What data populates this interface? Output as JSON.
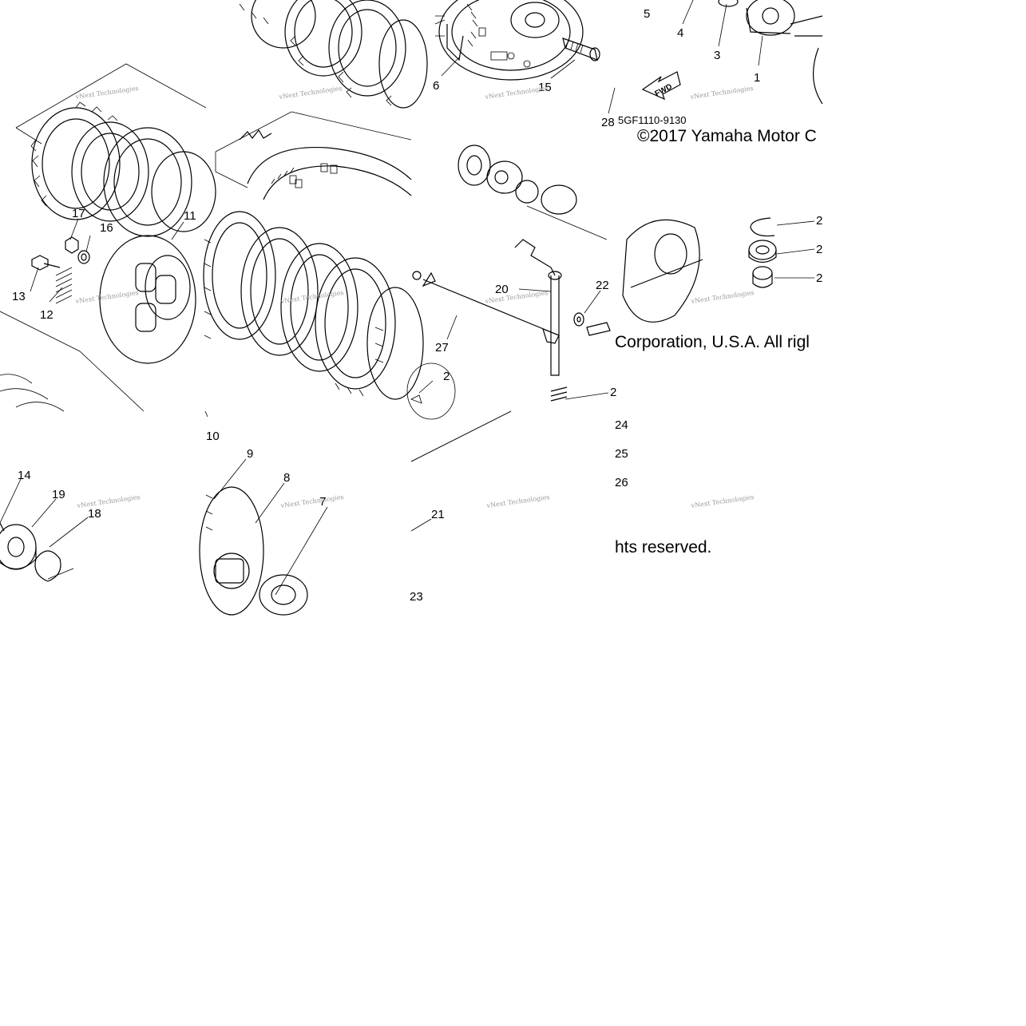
{
  "diagram_code": "5GF1110-9130",
  "direction_label": "FWD",
  "copyright_line1": "©2017 Yamaha Motor C",
  "copyright_line2": "Corporation, U.S.A. All rigl",
  "copyright_line3": "hts reserved.",
  "watermark": "vNext Technologies",
  "callouts": [
    "1",
    "2",
    "3",
    "4",
    "5",
    "6",
    "7",
    "8",
    "9",
    "10",
    "11",
    "12",
    "13",
    "14",
    "15",
    "16",
    "17",
    "18",
    "19",
    "20",
    "21",
    "22",
    "23",
    "24",
    "25",
    "26",
    "27",
    "28",
    "2",
    "2",
    "2",
    "2"
  ]
}
